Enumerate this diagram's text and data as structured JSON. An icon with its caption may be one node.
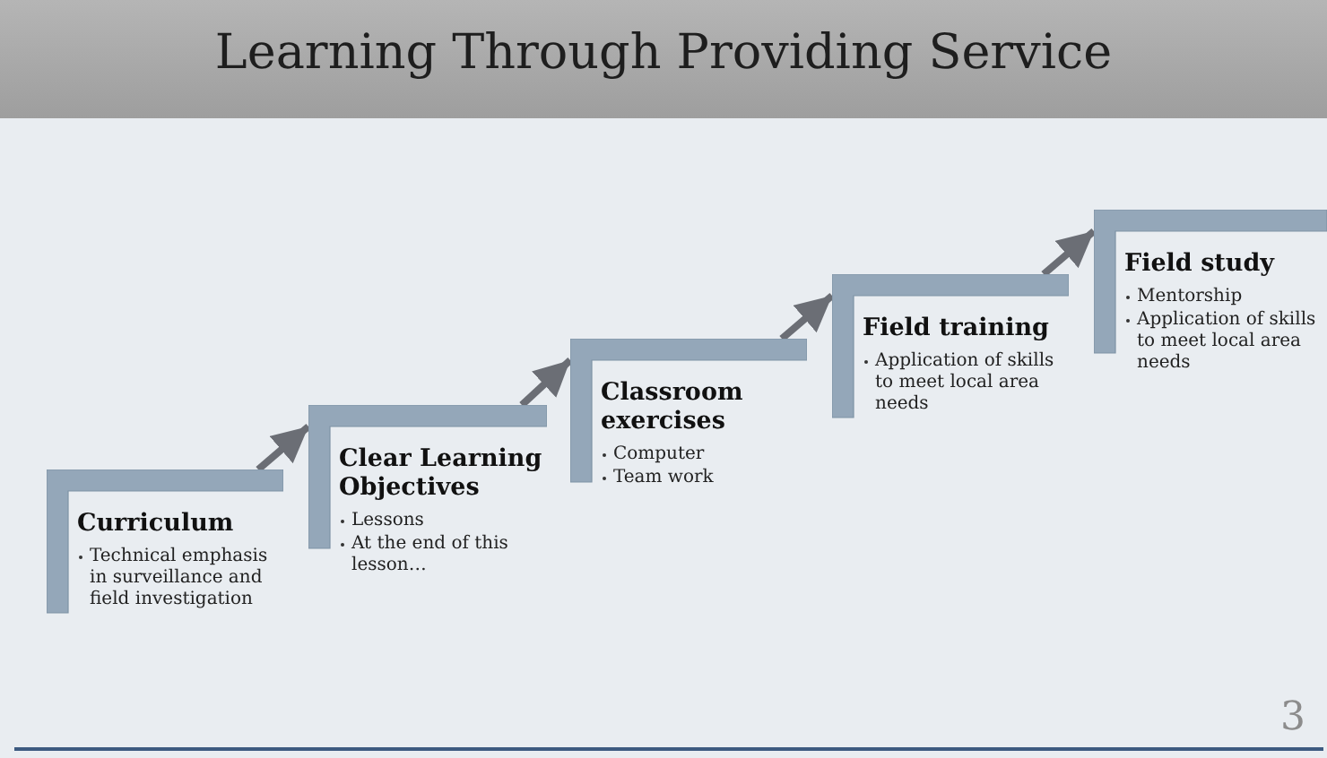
{
  "diagram": {
    "title": "Learning Through Providing Service",
    "nodes": [
      {
        "text": [
          "Curriculum",
          "Technical emphasis in surveillance and field investigation"
        ]
      },
      {
        "text": [
          "Clear Learning Objectives",
          "Lessons",
          "At the end of this lesson…"
        ]
      },
      {
        "text": [
          "Classroom exercises",
          "Computer",
          "Team work"
        ]
      },
      {
        "text": [
          "Field training",
          "Application of skills to meet local area needs"
        ]
      },
      {
        "text": [
          "Field study",
          "Mentorship",
          "Application of skills to meet local area needs"
        ]
      }
    ],
    "edges": [
      {
        "from": 0,
        "to": 1,
        "arrow": "to"
      },
      {
        "from": 1,
        "to": 2,
        "arrow": "to"
      },
      {
        "from": 2,
        "to": 3,
        "arrow": "to"
      },
      {
        "from": 3,
        "to": 4,
        "arrow": "to"
      }
    ],
    "labels": [
      "3"
    ]
  }
}
